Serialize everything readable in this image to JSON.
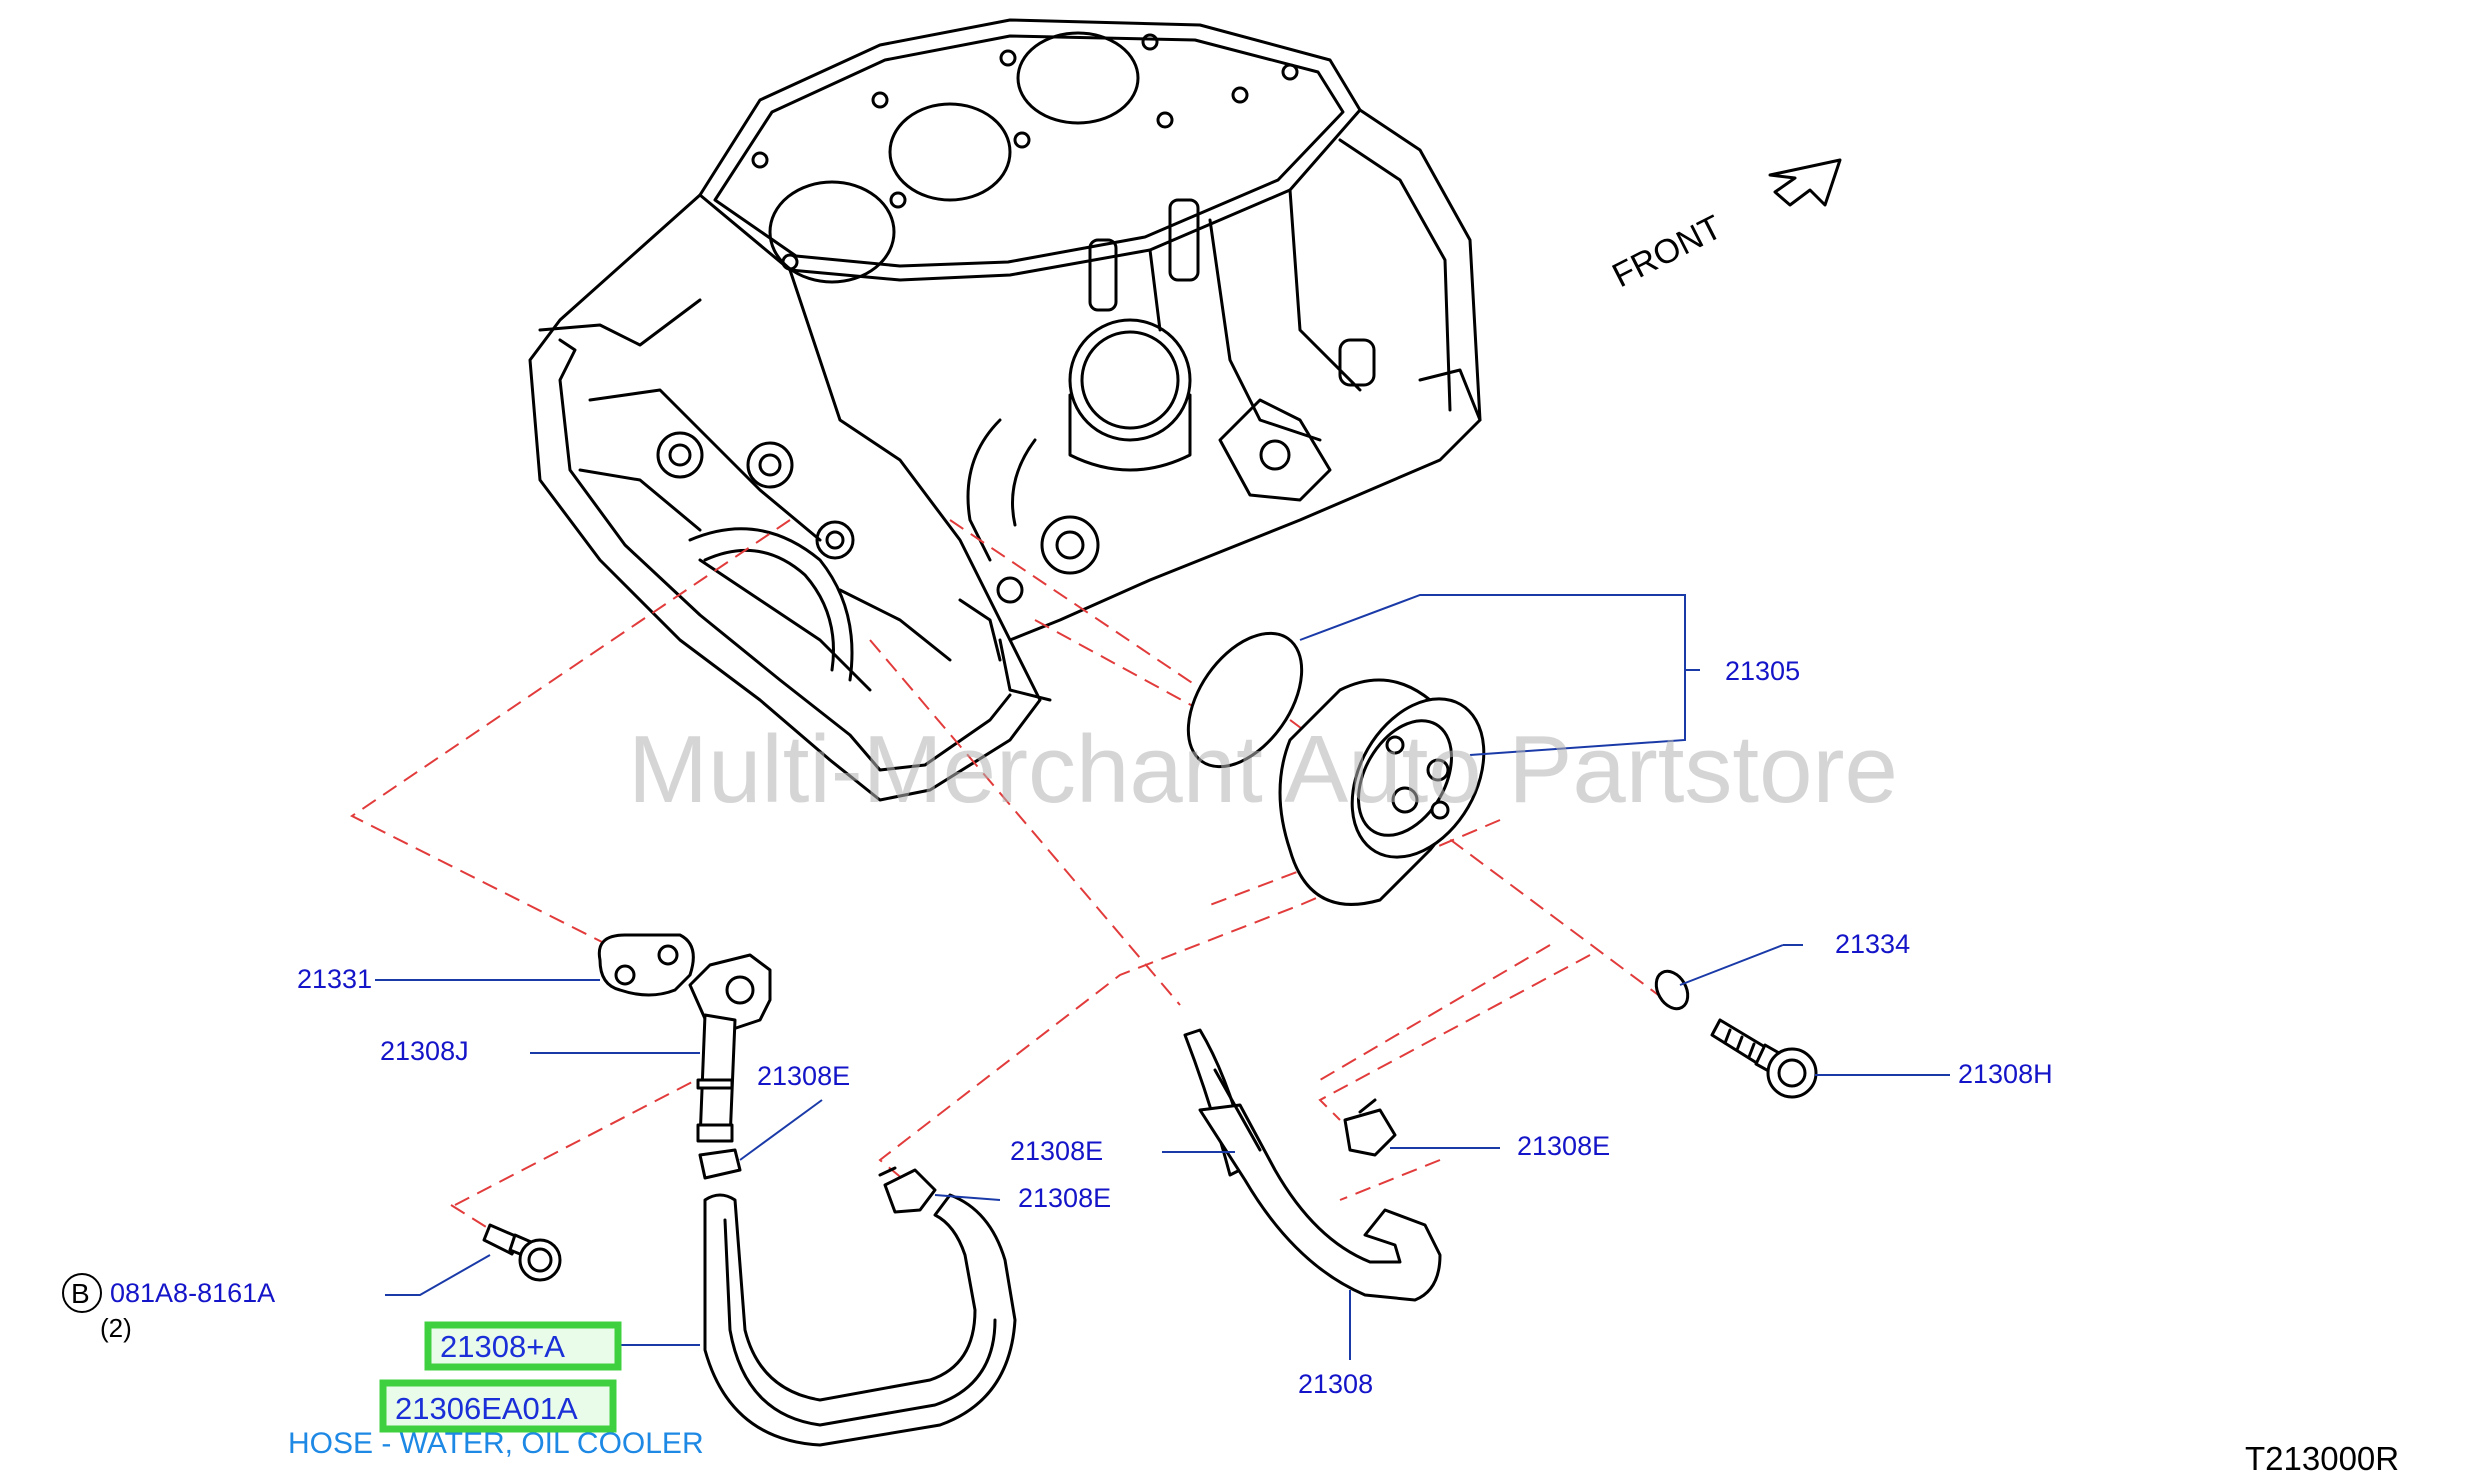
{
  "watermark": "Multi-Merchant Auto Partstore",
  "front_label": "FRONT",
  "diagram_code": "T213000R",
  "bolt_ref": {
    "symbol": "B",
    "part_number": "081A8-8161A",
    "quantity": "(2)"
  },
  "labels": {
    "p21305": "21305",
    "p21331": "21331",
    "p21308J": "21308J",
    "p21308E_a": "21308E",
    "p21308E_b": "21308E",
    "p21308E_c": "21308E",
    "p21308E_d": "21308E",
    "p21334": "21334",
    "p21308H": "21308H",
    "p21308": "21308"
  },
  "highlighted": {
    "ref": "21308+A",
    "part_number": "21306EA01A",
    "description": "HOSE - WATER, OIL COOLER"
  }
}
